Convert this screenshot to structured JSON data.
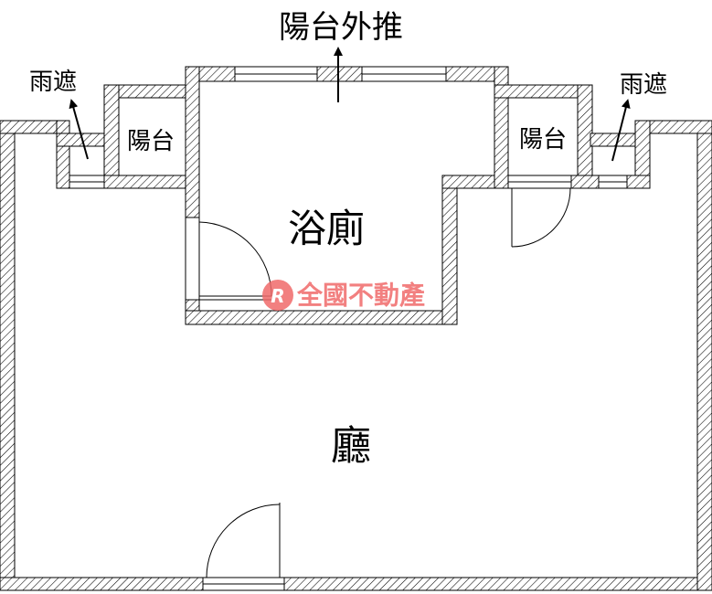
{
  "labels": {
    "balcony_push_out": "陽台外推",
    "awning_left": "雨遮",
    "awning_right": "雨遮",
    "balcony_left": "陽台",
    "balcony_right": "陽台",
    "bathroom": "浴廁",
    "living_room": "廳"
  },
  "watermark": {
    "text": "全國不動產",
    "logo_letter": "R",
    "color": "#f06a6a"
  },
  "colors": {
    "wall_line": "#000000",
    "hatch": "#000000",
    "background": "#ffffff"
  }
}
